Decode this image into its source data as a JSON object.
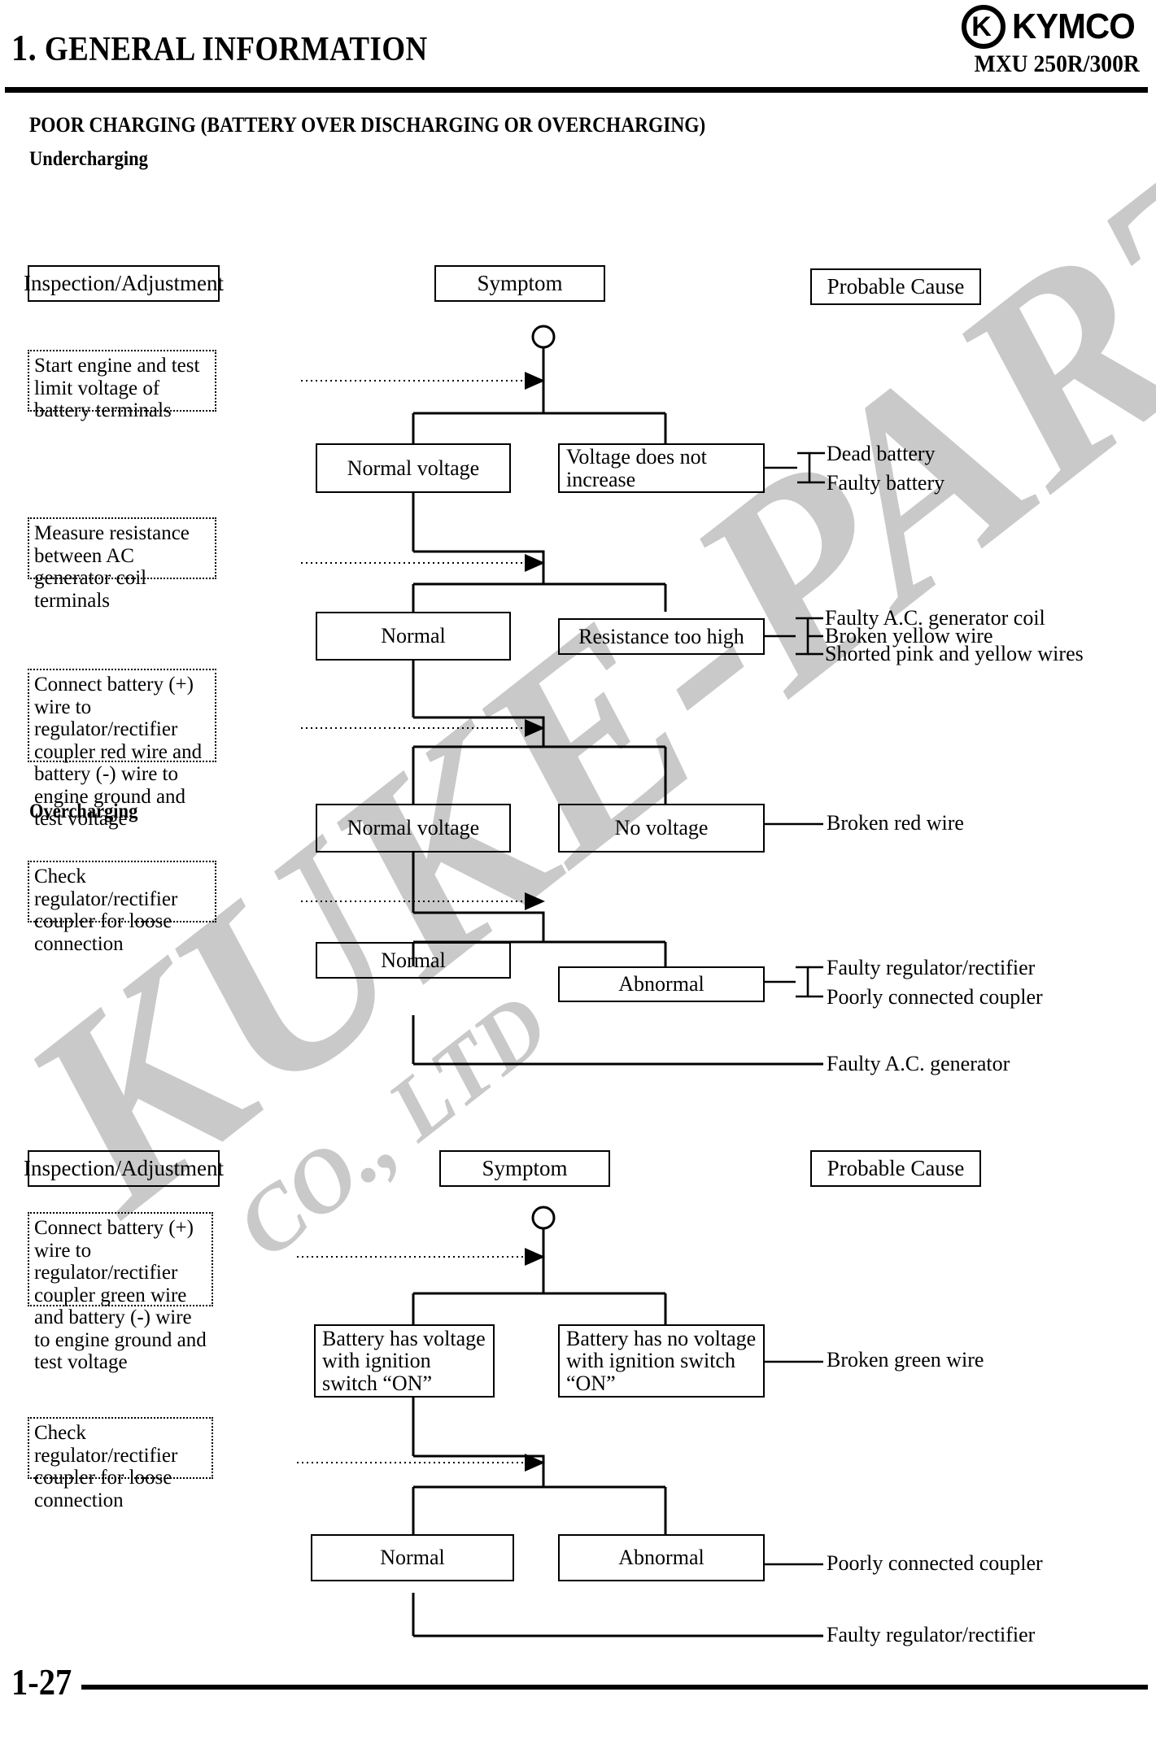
{
  "header": {
    "chapter_number": "1.",
    "chapter_title": "GENERAL INFORMATION",
    "brand": "KYMCO",
    "brand_mark": "kymco-logo-icon",
    "model": "MXU 250R/300R"
  },
  "footer": {
    "page_number": "1-27"
  },
  "watermark": {
    "text": "KUKE-PARTS",
    "subtext": "CO., LTD"
  },
  "section": {
    "title": "POOR CHARGING (BATTERY OVER DISCHARGING OR OVERCHARGING)",
    "undercharging_title": "Undercharging",
    "overcharging_title": "Overcharging"
  },
  "columns": {
    "inspection": "Inspection/Adjustment",
    "symptom": "Symptom",
    "probable_cause": "Probable Cause"
  },
  "undercharging": {
    "steps": [
      {
        "instruction": "Start engine and test limit voltage of battery terminals",
        "normal": "Normal voltage",
        "abnormal": "Voltage does not increase",
        "causes": [
          "Dead battery",
          "Faulty battery"
        ]
      },
      {
        "instruction": "Measure resistance between AC generator coil terminals",
        "normal": "Normal",
        "abnormal": "Resistance too high",
        "causes": [
          "Faulty A.C. generator coil",
          "Broken yellow wire",
          "Shorted pink and yellow wires"
        ]
      },
      {
        "instruction": "Connect battery (+) wire to regulator/rectifier coupler red wire and battery (-) wire to engine ground and test voltage",
        "normal": "Normal voltage",
        "abnormal": "No voltage",
        "causes": [
          "Broken red wire"
        ]
      },
      {
        "instruction": "Check regulator/rectifier coupler for loose connection",
        "normal": "Normal",
        "abnormal": "Abnormal",
        "causes": [
          "Faulty regulator/rectifier",
          "Poorly connected coupler"
        ]
      }
    ],
    "final_cause": "Faulty A.C. generator"
  },
  "overcharging": {
    "steps": [
      {
        "instruction": "Connect battery (+) wire to regulator/rectifier coupler green wire and battery (-) wire to engine ground and test voltage",
        "normal": "Battery has voltage with ignition switch “ON”",
        "abnormal": "Battery has no voltage with ignition switch “ON”",
        "causes": [
          "Broken green wire"
        ]
      },
      {
        "instruction": "Check regulator/rectifier coupler for loose connection",
        "normal": "Normal",
        "abnormal": "Abnormal",
        "causes": [
          "Poorly connected coupler"
        ]
      }
    ],
    "final_cause": "Faulty regulator/rectifier"
  }
}
